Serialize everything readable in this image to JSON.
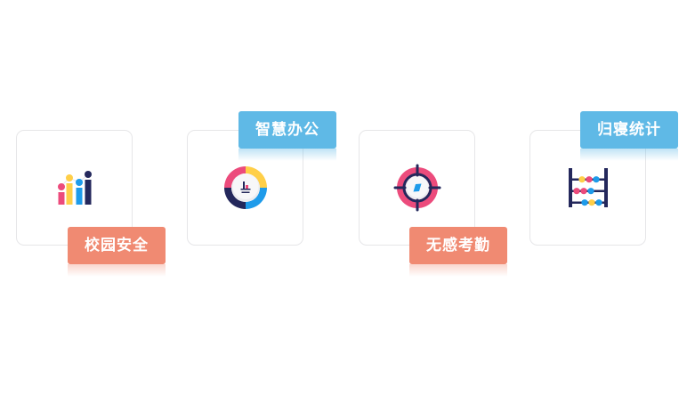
{
  "modules": [
    {
      "label": "校园安全",
      "icon": "bar-chart-people-icon",
      "tag_color": "#F08A72",
      "tag_position": "bottom-right"
    },
    {
      "label": "智慧办公",
      "icon": "donut-chart-dial-icon",
      "tag_color": "#5FB9E6",
      "tag_position": "top-right"
    },
    {
      "label": "无感考勤",
      "icon": "crosshair-target-icon",
      "tag_color": "#F08A72",
      "tag_position": "bottom-right"
    },
    {
      "label": "归寝统计",
      "icon": "abacus-icon",
      "tag_color": "#5FB9E6",
      "tag_position": "top-right"
    }
  ],
  "palette": {
    "pink": "#EC4B7C",
    "yellow": "#FFCF48",
    "blue": "#1E9BEA",
    "navy": "#24285C",
    "card_border": "#E6E6E8"
  }
}
